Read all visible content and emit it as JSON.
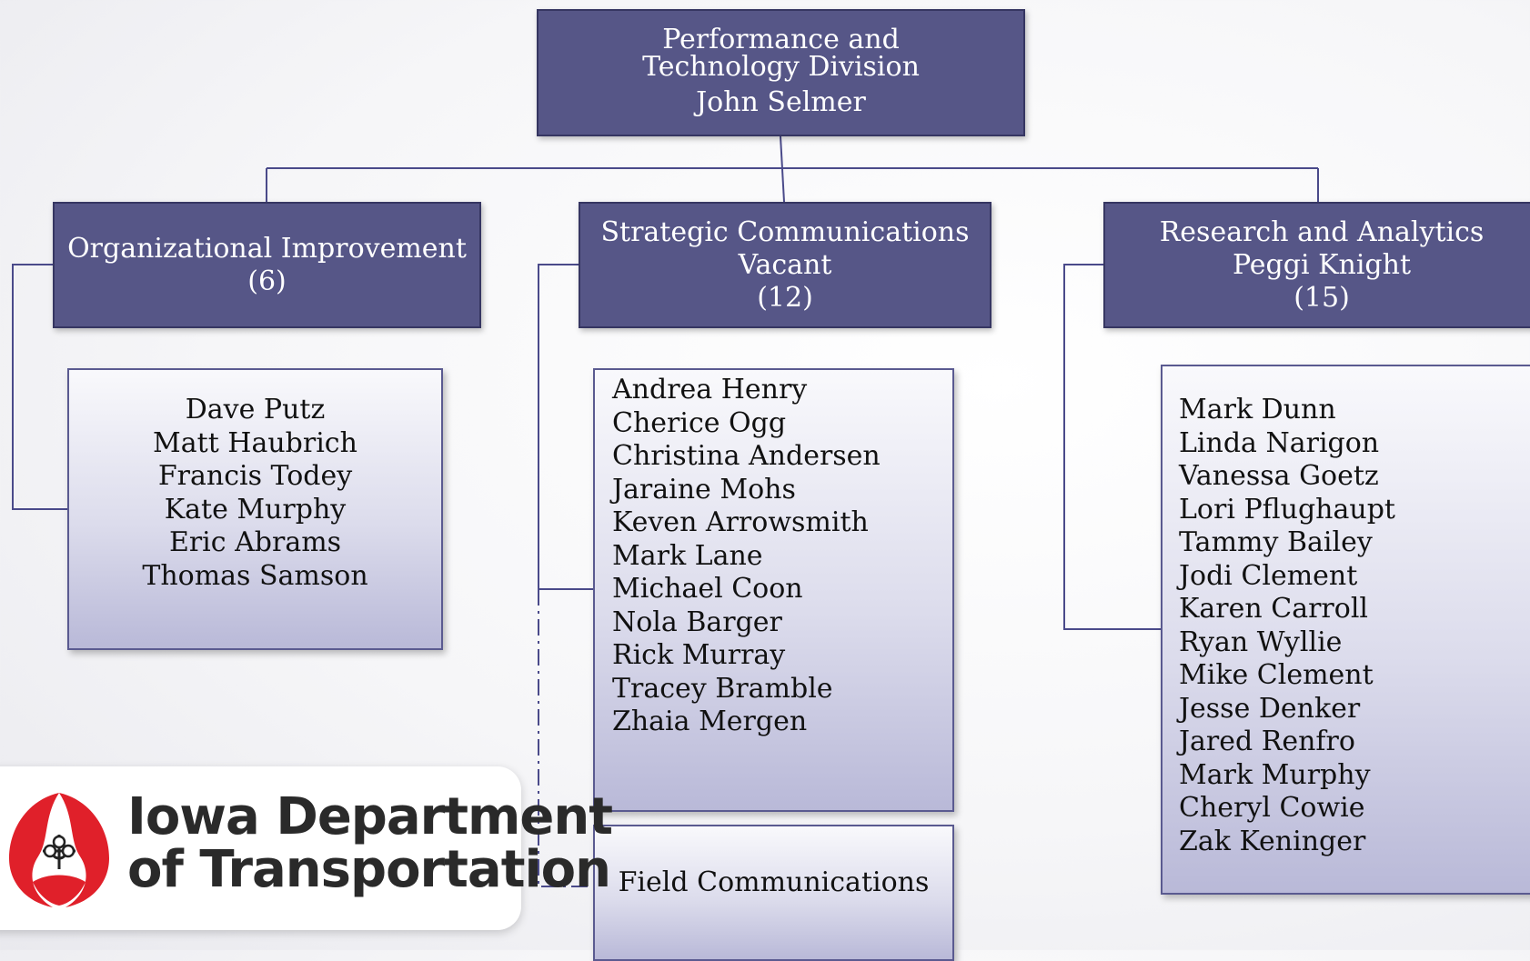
{
  "division": {
    "title": "Performance and Technology Division",
    "leader": "John Selmer"
  },
  "units": {
    "organizational_improvement": {
      "title": "Organizational Improvement",
      "count": "(6)",
      "members": [
        "Dave Putz",
        "Matt Haubrich",
        "Francis Todey",
        "Kate Murphy",
        "Eric Abrams",
        "Thomas Samson"
      ]
    },
    "strategic_communications": {
      "title": "Strategic Communications",
      "leader": "Vacant",
      "count": "(12)",
      "members": [
        "Andrea Henry",
        "Cherice Ogg",
        "Christina Andersen",
        "Jaraine Mohs",
        "Keven Arrowsmith",
        "Mark Lane",
        "Michael Coon",
        "Nola Barger",
        "Rick Murray",
        "Tracey Bramble",
        "Zhaia Mergen"
      ],
      "sub_unit": "Field Communications"
    },
    "research_analytics": {
      "title": "Research and Analytics",
      "leader": "Peggi Knight",
      "count": "(15)",
      "members": [
        "Mark Dunn",
        "Linda Narigon",
        "Vanessa Goetz",
        "Lori Pflughaupt",
        "Tammy Bailey",
        "Jodi Clement",
        "Karen Carroll",
        "Ryan Wyllie",
        "Mike Clement",
        "Jesse Denker",
        "Jared Renfro",
        "Mark Murphy",
        "Cheryl Cowie",
        "Zak Keninger"
      ]
    }
  },
  "logo": {
    "line1": "Iowa Department",
    "line2": "of Transportation"
  },
  "colors": {
    "box_fill": "#565687",
    "connector": "#4a4a8a",
    "logo_red": "#e0202a"
  }
}
